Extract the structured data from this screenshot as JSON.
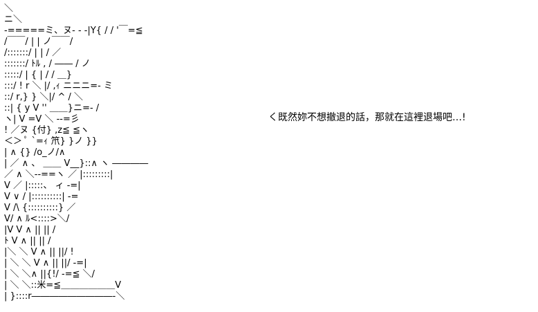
{
  "art": {
    "lines": [
      "＼",
      "ニ＼",
      "-=====ミ、ヌ- - -|Y{ /   /     '￣=≦",
      "/￣￣/         |  |          ノ￣￣/",
      "/:::::::/        |  |    /       ／",
      ":::::::/       ﾄﾙ  ,      /   ――   /  ノ",
      ":::::/        |  {    |  /   /       ＿}",
      ":::/         !  r  ＼ |/ ,ｨ   ニニニ=- ミ",
      "::/      r,}  }     ＼|/ ^   /         ＼",
      "::|       {  y V     ''  ＿＿}ニ=-   /",
      "ヽ|       V    =V         ＼     --=彡",
      "  !    ／ヌ   {付}     ,z≦    ≦ヽ",
      "      ＜＞ ﾟ     `=ｨ 笊} }ノ  }}",
      "  |        ∧  {}          /o_ノ/∧",
      "  |       ／ ∧ 、 ＿＿         V__}::∧ ヽ  ――――",
      "         ／   ∧  ＼--==ヽ  ／  |:::::::::|",
      "  V      ／     |:::::、  ィ       -=|",
      " V ∨   /      |::::::::::|   -=",
      " V  /\\        {::::::::::}  ／",
      "   V/ ∧       ﾙ<::::>＼/",
      "  |V V ∧       ||  ||  /",
      " ﾄ  V ∧     ||  ||  /",
      " |＼ ＼ V  ∧  ||  ||/         !",
      " |  ＼ ＼ V ∧ || ||/       -=|",
      " |   ＼ ＼∧ ||{!/ -=≦     ＼/",
      " |    ＼ ＼::米=≦＿＿＿＿＿＿V",
      " |      }::::r―――――――――-＼"
    ]
  },
  "dialogue": {
    "text": "く既然妳不想撤退的話，那就在這裡退場吧…!"
  }
}
